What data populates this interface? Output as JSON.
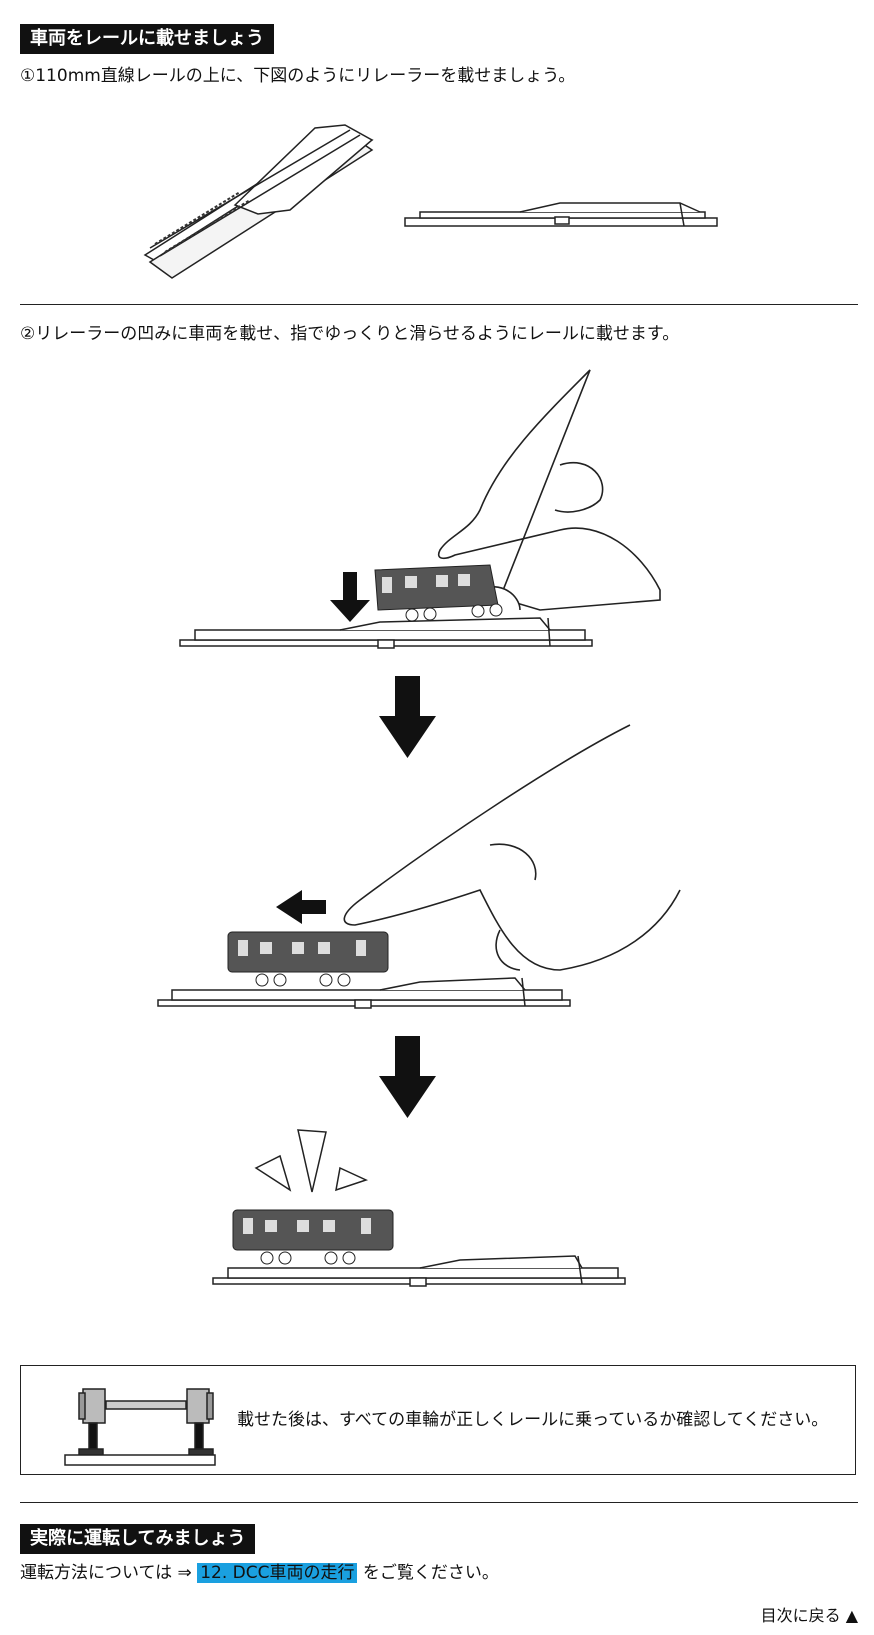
{
  "section1": {
    "heading": "車両をレールに載せましょう",
    "step1": "①110mm直線レールの上に、下図のようにリレーラーを載せましょう。",
    "step2": "②リレーラーの凹みに車両を載せ、指でゆっくりと滑らせるようにレールに載せます。"
  },
  "note": {
    "text": "載せた後は、すべての車輪が正しくレールに乗っているか確認してください。"
  },
  "section2": {
    "heading": "実際に運転してみましょう",
    "text_before": "運転方法については ⇒ ",
    "link": "12. DCC車両の走行",
    "text_after": " をご覧ください。"
  },
  "nav": {
    "back_to_toc": "目次に戻る",
    "back_icon": "▲"
  },
  "colors": {
    "heading_bg": "#111111",
    "link_highlight": "#1aa0e0",
    "car_body": "#555555"
  }
}
